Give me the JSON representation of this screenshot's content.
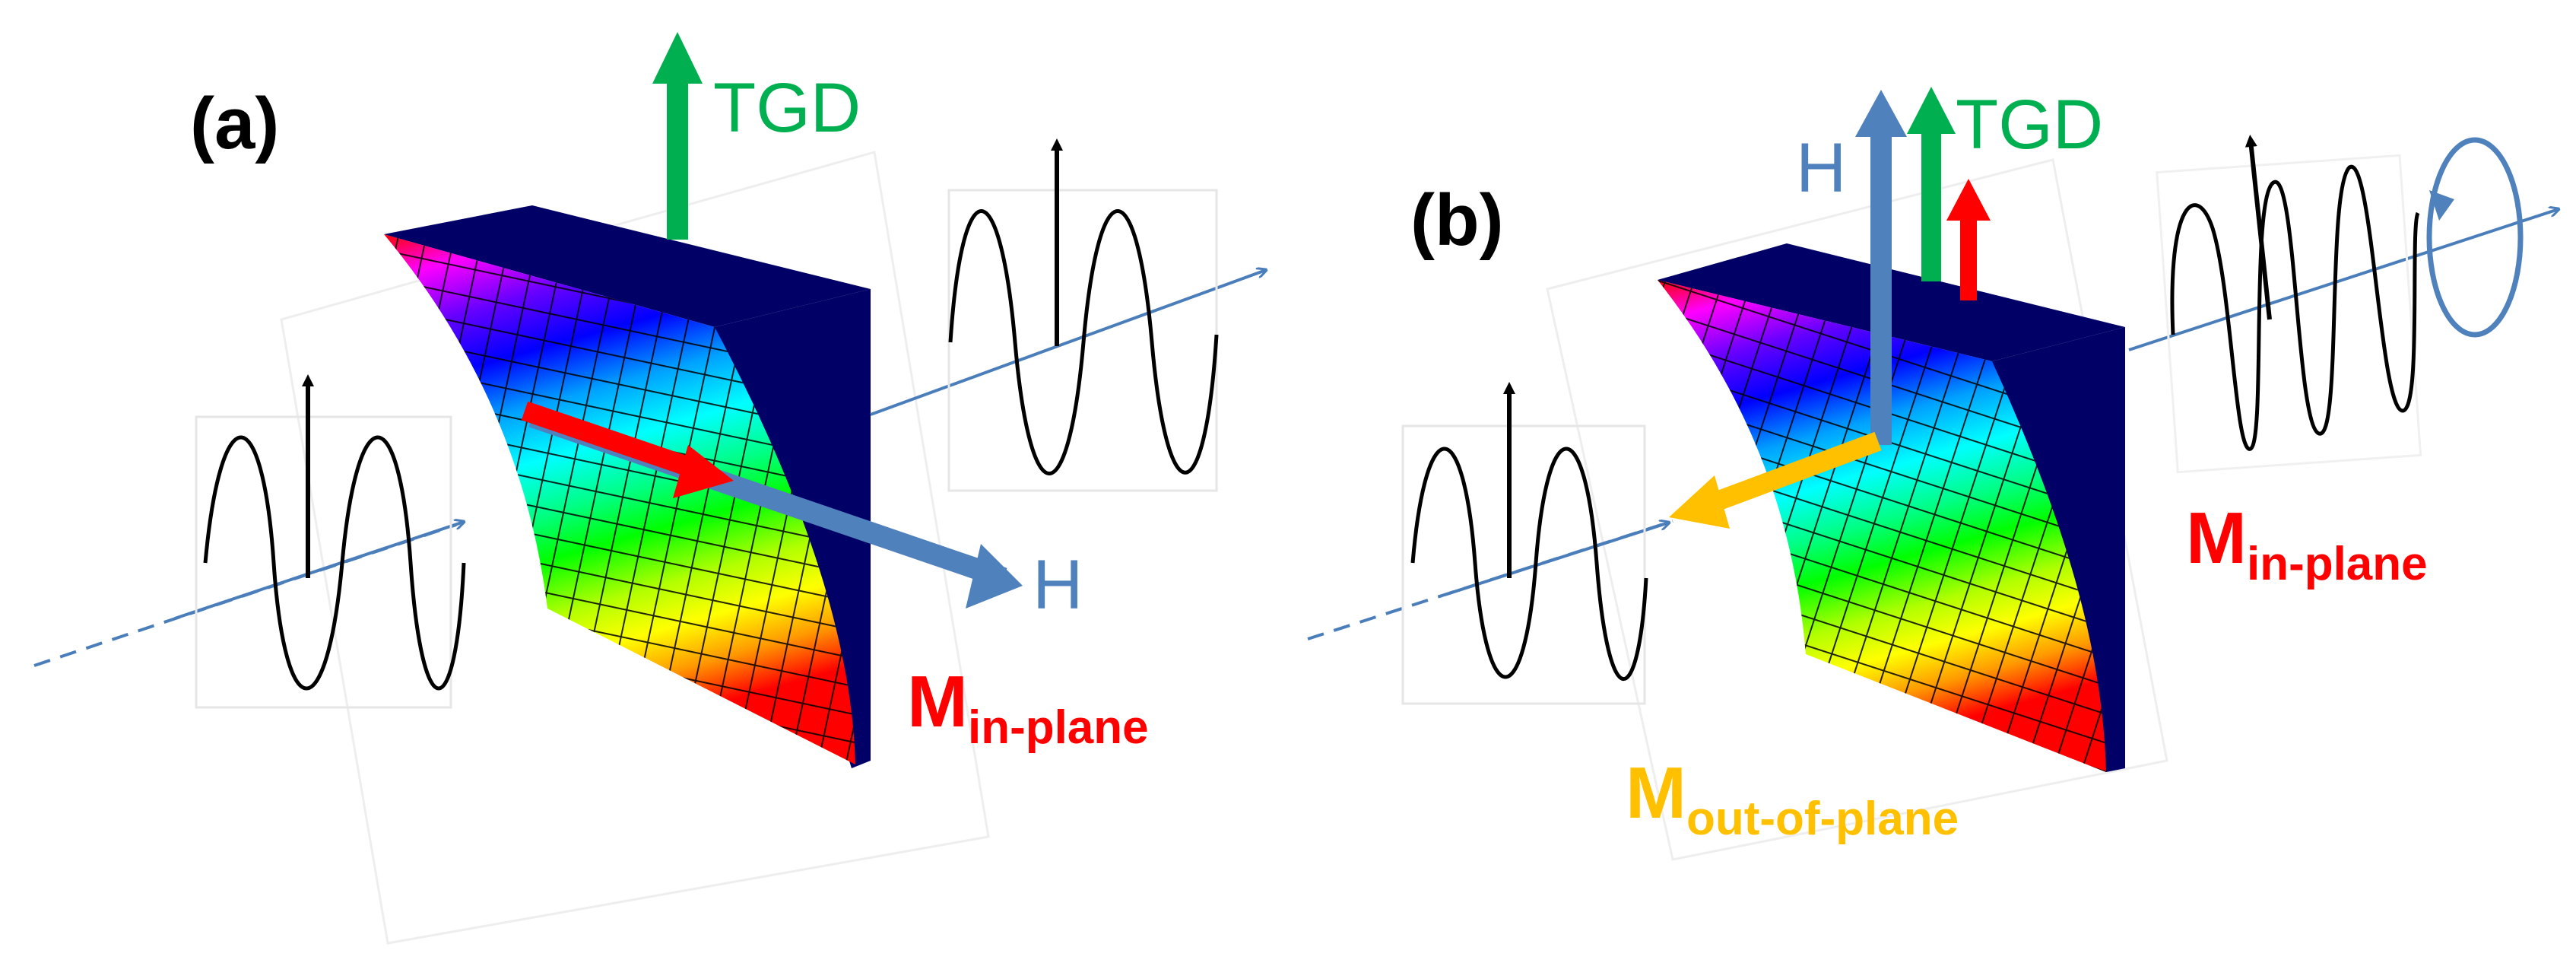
{
  "panels": {
    "a": {
      "label": "(a)",
      "tgd": "TGD",
      "h": "H",
      "m_main": "M",
      "m_sub": "in-plane"
    },
    "b": {
      "label": "(b)",
      "tgd": "TGD",
      "h": "H",
      "m_in_main": "M",
      "m_in_sub": "in-plane",
      "m_out_main": "M",
      "m_out_sub": "out-of-plane"
    }
  },
  "colors": {
    "tgd_arrow": "#00b050",
    "h_arrow": "#4f81bd",
    "m_in_plane": "#ff0000",
    "m_out_of_plane": "#ffc000",
    "crystal_back": "#000066",
    "beam_axis": "#4a7ebb"
  },
  "icons": [
    "rotation-arrow-icon"
  ]
}
